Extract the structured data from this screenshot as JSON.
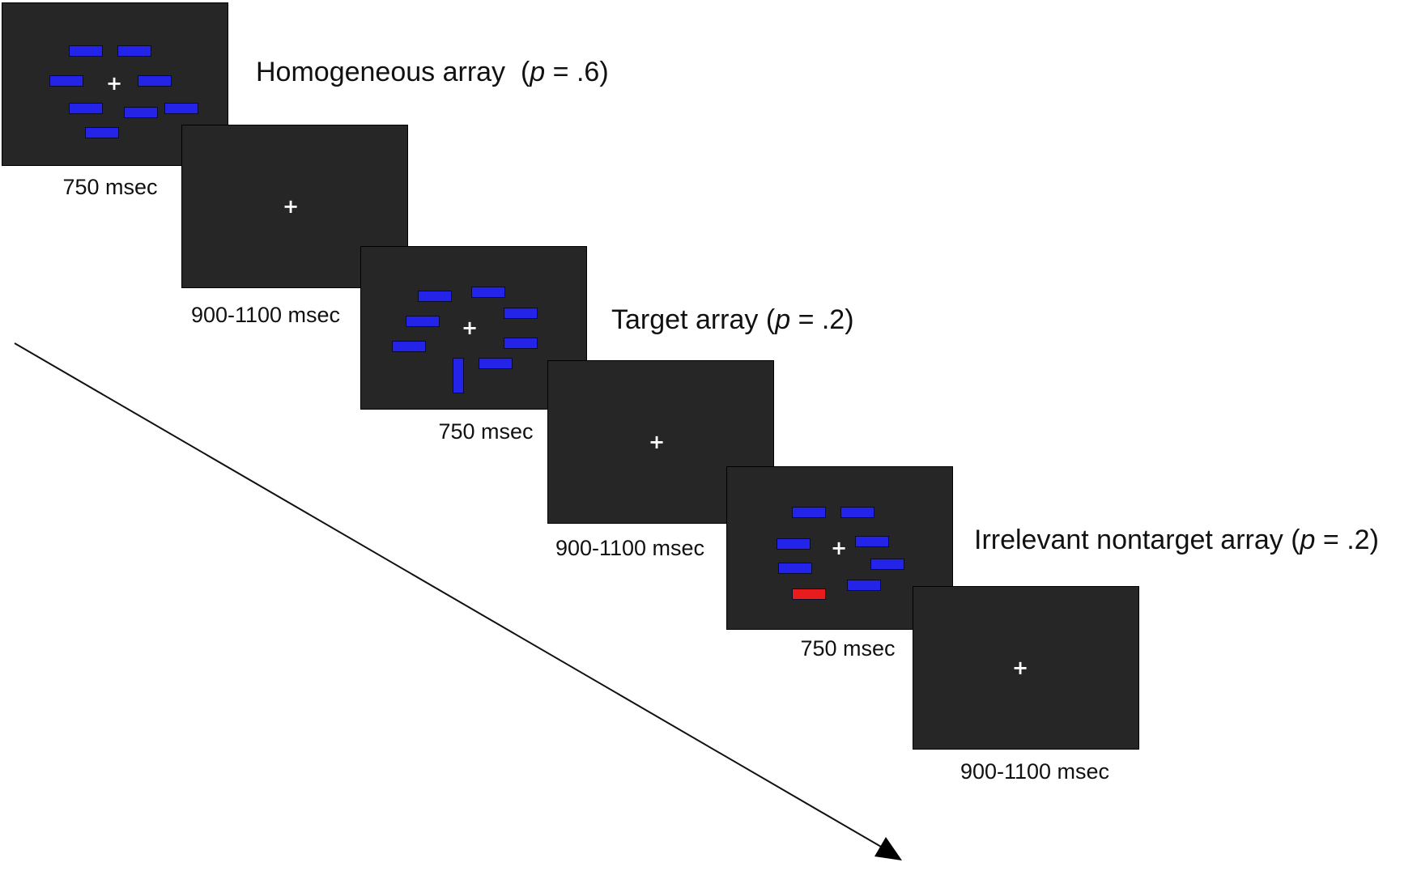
{
  "colors": {
    "screen": "#262626",
    "stimulus": "#2424e8",
    "distractor": "#e81c1c",
    "fixation": "#ffffff"
  },
  "fixation_symbol": "+",
  "captions": {
    "homogeneous": {
      "label": "Homogeneous array",
      "paren_open": "(",
      "p_var": "p",
      "p_value": "= .6)"
    },
    "target": {
      "label": "Target array",
      "paren_open": "(",
      "p_var": "p",
      "p_value": "= .2)"
    },
    "irrelevant": {
      "label": "Irrelevant nontarget array",
      "paren_open": "(",
      "p_var": "p",
      "p_value": "= .2)"
    }
  },
  "durations": {
    "array": "750 msec",
    "blank": "900-1100 msec"
  },
  "arrow_icon": "time-arrow-icon"
}
